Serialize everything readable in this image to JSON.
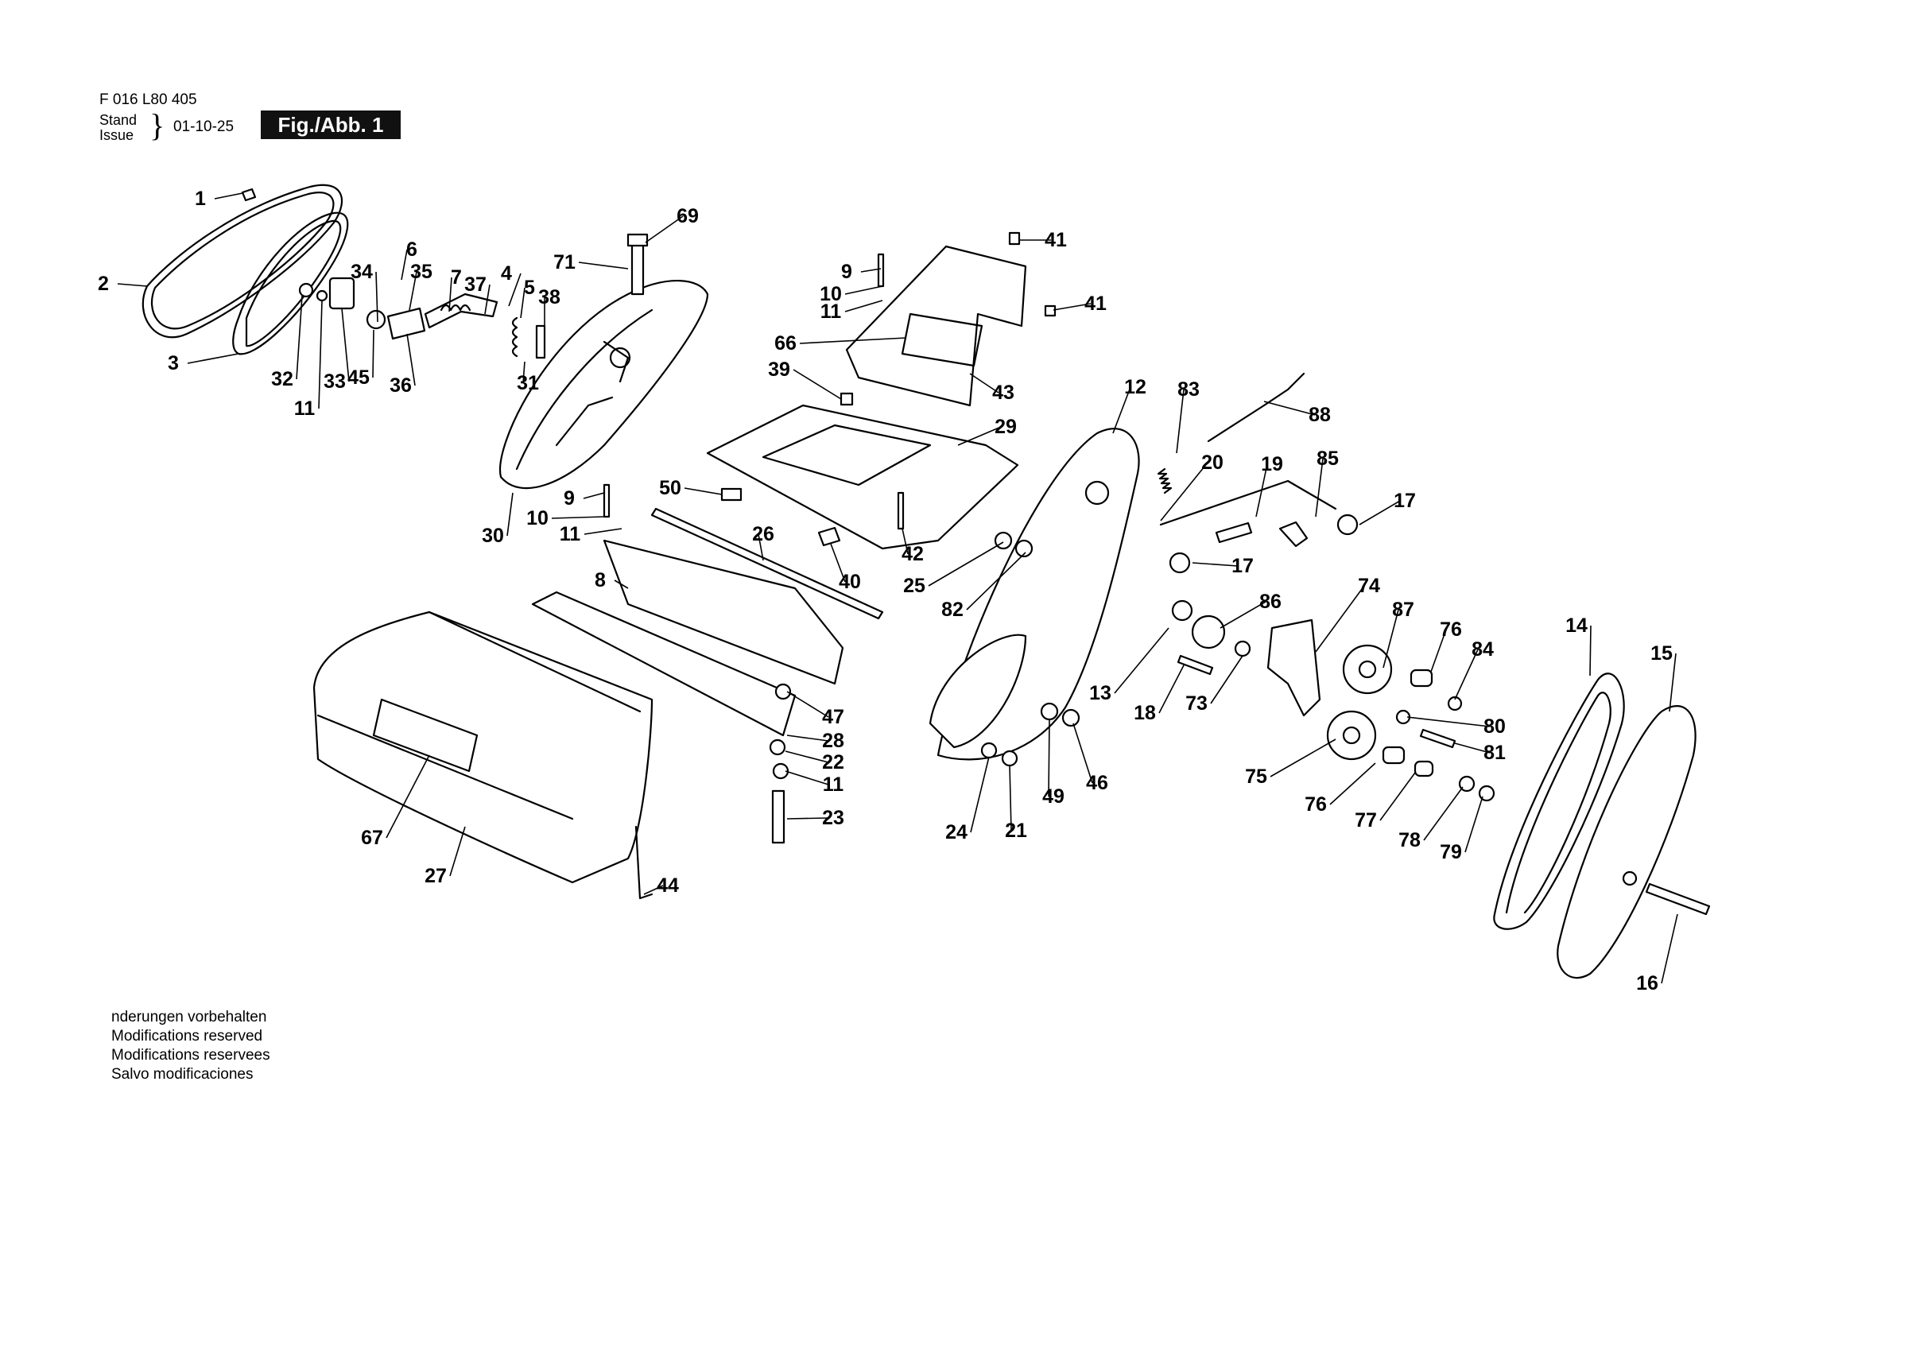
{
  "header": {
    "part_number": "F 016 L80 405",
    "stand_label": "Stand",
    "issue_label": "Issue",
    "date": "01-10-25",
    "figure_label": "Fig./Abb. 1"
  },
  "notes": [
    "nderungen vorbehalten",
    "Modifications reserved",
    "Modifications reservees",
    "Salvo modificaciones"
  ],
  "callouts": [
    {
      "n": "1"
    },
    {
      "n": "2"
    },
    {
      "n": "3"
    },
    {
      "n": "32"
    },
    {
      "n": "11"
    },
    {
      "n": "33"
    },
    {
      "n": "34"
    },
    {
      "n": "6"
    },
    {
      "n": "35"
    },
    {
      "n": "7"
    },
    {
      "n": "37"
    },
    {
      "n": "4"
    },
    {
      "n": "5"
    },
    {
      "n": "38"
    },
    {
      "n": "45"
    },
    {
      "n": "36"
    },
    {
      "n": "31"
    },
    {
      "n": "69"
    },
    {
      "n": "71"
    },
    {
      "n": "30"
    },
    {
      "n": "9"
    },
    {
      "n": "10"
    },
    {
      "n": "11"
    },
    {
      "n": "41"
    },
    {
      "n": "9"
    },
    {
      "n": "10"
    },
    {
      "n": "11"
    },
    {
      "n": "41"
    },
    {
      "n": "66"
    },
    {
      "n": "43"
    },
    {
      "n": "39"
    },
    {
      "n": "29"
    },
    {
      "n": "50"
    },
    {
      "n": "42"
    },
    {
      "n": "26"
    },
    {
      "n": "40"
    },
    {
      "n": "8"
    },
    {
      "n": "12"
    },
    {
      "n": "83"
    },
    {
      "n": "88"
    },
    {
      "n": "20"
    },
    {
      "n": "19"
    },
    {
      "n": "85"
    },
    {
      "n": "17"
    },
    {
      "n": "17"
    },
    {
      "n": "25"
    },
    {
      "n": "82"
    },
    {
      "n": "74"
    },
    {
      "n": "86"
    },
    {
      "n": "87"
    },
    {
      "n": "76"
    },
    {
      "n": "84"
    },
    {
      "n": "14"
    },
    {
      "n": "15"
    },
    {
      "n": "13"
    },
    {
      "n": "18"
    },
    {
      "n": "73"
    },
    {
      "n": "80"
    },
    {
      "n": "81"
    },
    {
      "n": "75"
    },
    {
      "n": "76"
    },
    {
      "n": "77"
    },
    {
      "n": "78"
    },
    {
      "n": "79"
    },
    {
      "n": "49"
    },
    {
      "n": "46"
    },
    {
      "n": "24"
    },
    {
      "n": "21"
    },
    {
      "n": "47"
    },
    {
      "n": "28"
    },
    {
      "n": "22"
    },
    {
      "n": "11"
    },
    {
      "n": "23"
    },
    {
      "n": "67"
    },
    {
      "n": "27"
    },
    {
      "n": "44"
    },
    {
      "n": "16"
    }
  ]
}
